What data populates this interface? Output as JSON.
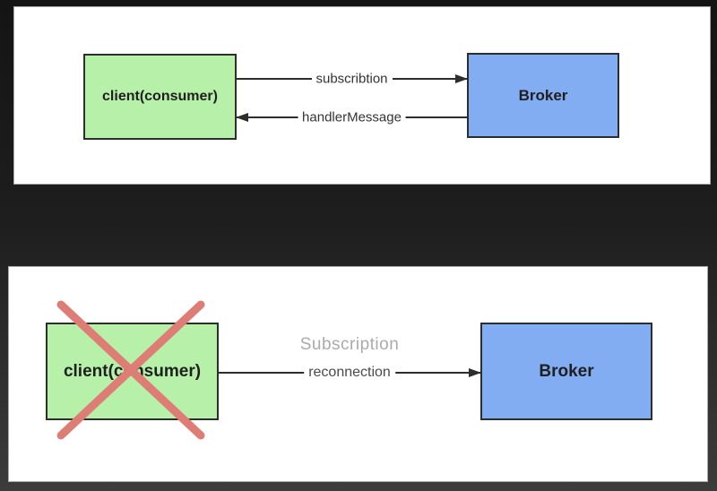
{
  "colors": {
    "bg_top": "#141414",
    "bg_bottom": "#3c3c3c",
    "panel_bg": "#ffffff",
    "panel_border": "#a9a9a9",
    "node_green_fill": "#b7f0a9",
    "node_blue_fill": "#83adf2",
    "node_border": "#2d2d2d",
    "arrow_color": "#2d2d2d",
    "label_color": "#333333",
    "reconnect_label_color": "#4a4a4a",
    "ghost_label_color": "#ababab",
    "cross_color": "#de7d75"
  },
  "panel_top": {
    "client_label": "client(consumer)",
    "broker_label": "Broker",
    "subscribe_arrow_label": "subscribtion",
    "handler_arrow_label": "handlerMessage"
  },
  "panel_bottom": {
    "client_label": "client(consumer)",
    "broker_label": "Broker",
    "ghost_label": "Subscription",
    "reconnect_arrow_label": "reconnection"
  }
}
